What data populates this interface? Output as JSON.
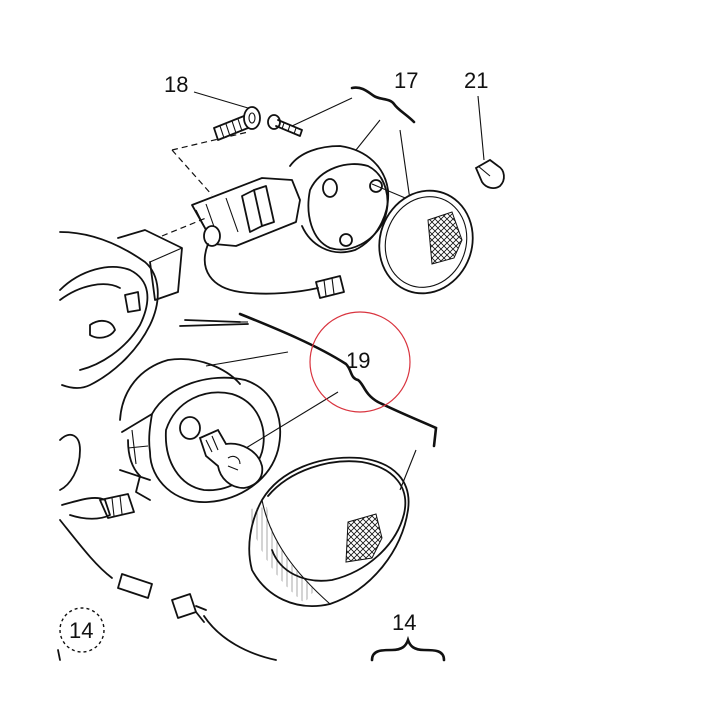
{
  "callouts": {
    "c14": "14",
    "c14_circled": "14",
    "c17": "17",
    "c18": "18",
    "c19": "19",
    "c21": "21"
  },
  "colors": {
    "line": "#111111",
    "highlight_circle": "#d9343f",
    "background": "#ffffff"
  }
}
